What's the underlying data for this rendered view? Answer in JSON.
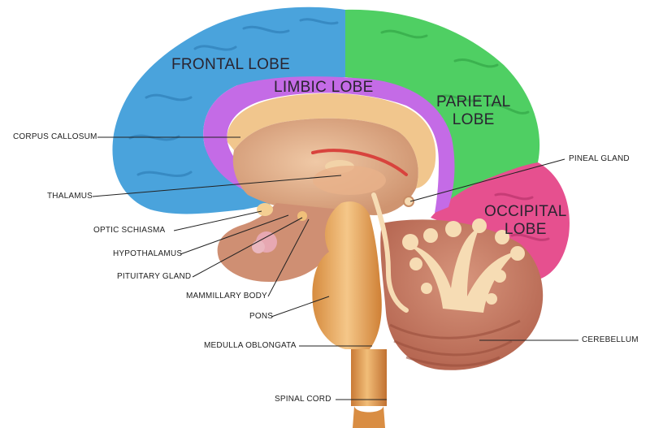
{
  "lobes": {
    "frontal": "FRONTAL LOBE",
    "limbic": "LIMBIC LOBE",
    "parietal": "PARIETAL\nLOBE",
    "occipital": "OCCIPITAL\nLOBE"
  },
  "callouts": {
    "corpus_callosum": "CORPUS CALLOSUM",
    "thalamus": "THALAMUS",
    "optic_chiasma": "OPTIC SCHIASMA",
    "hypothalamus": "HYPOTHALAMUS",
    "pituitary_gland": "PITUITARY GLAND",
    "mammillary_body": "MAMMILLARY BODY",
    "pons": "PONS",
    "medulla_oblongata": "MEDULLA OBLONGATA",
    "spinal_cord": "SPINAL CORD",
    "pineal_gland": "PINEAL GLAND",
    "cerebellum": "CEREBELLUM"
  },
  "colors": {
    "frontal": "#4aa3dc",
    "limbic": "#c46be6",
    "parietal": "#4fcf63",
    "occipital": "#e6508f",
    "inner_tissue": "#e9b98e",
    "brainstem": "#e4a15a",
    "cerebellum": "#c87a63",
    "leader_line": "#222222"
  }
}
